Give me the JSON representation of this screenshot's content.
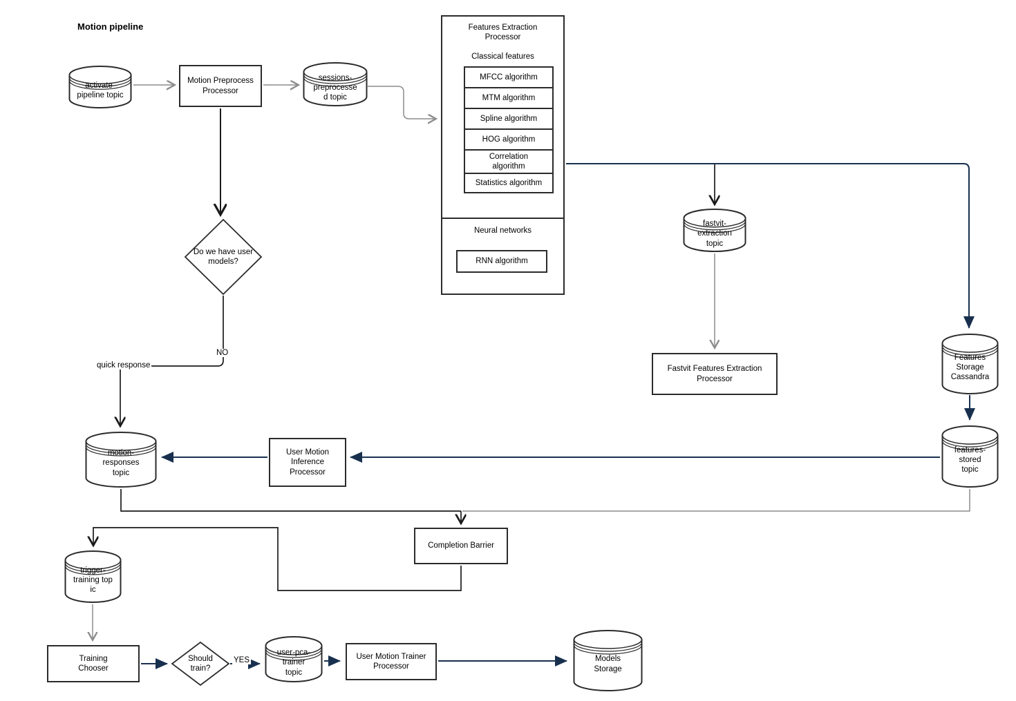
{
  "title": "Motion pipeline",
  "colors": {
    "line_navy": "#18304e",
    "line_gray": "#8c8c8c",
    "line_black": "#1a1a1a",
    "node_border": "#2b2b2b"
  },
  "nodes": {
    "activate_topic": "activate-\npipeline topic",
    "motion_preprocess": "Motion Preprocess\nProcessor",
    "sessions_topic": "sessions-\npreprocesse\nd topic",
    "features_extraction_header": "Features Extraction\nProcessor",
    "classical_features": "Classical features",
    "algo_mfcc": "MFCC algorithm",
    "algo_mtm": "MTM algorithm",
    "algo_spline": "Spline algorithm",
    "algo_hog": "HOG algorithm",
    "algo_correlation": "Correlation\nalgorithm",
    "algo_statistics": "Statistics algorithm",
    "neural_networks": "Neural networks",
    "algo_rnn": "RNN algorithm",
    "user_models_decision": "Do we have user\nmodels?",
    "fastvit_topic": "fastvit-\nextraction\ntopic",
    "fastvit_processor": "Fastvit Features Extraction\nProcessor",
    "features_storage": "Features\nStorage\nCassandra",
    "features_stored_topic": "features-\nstored\ntopic",
    "inference_processor": "User Motion\nInference\nProcessor",
    "motion_responses_topic": "motion-\nresponses\ntopic",
    "completion_barrier": "Completion Barrier",
    "trigger_training_topic": "trigger-\ntraining top\nic",
    "training_chooser": "Training\nChooser",
    "should_train_decision": "Should\ntrain?",
    "user_pca_topic": "user-pca-\ntrainer\ntopic",
    "trainer_processor": "User Motion Trainer\nProcessor",
    "models_storage": "Models\nStorage"
  },
  "edge_labels": {
    "no": "NO",
    "yes": "YES",
    "quick_response": "quick response"
  }
}
